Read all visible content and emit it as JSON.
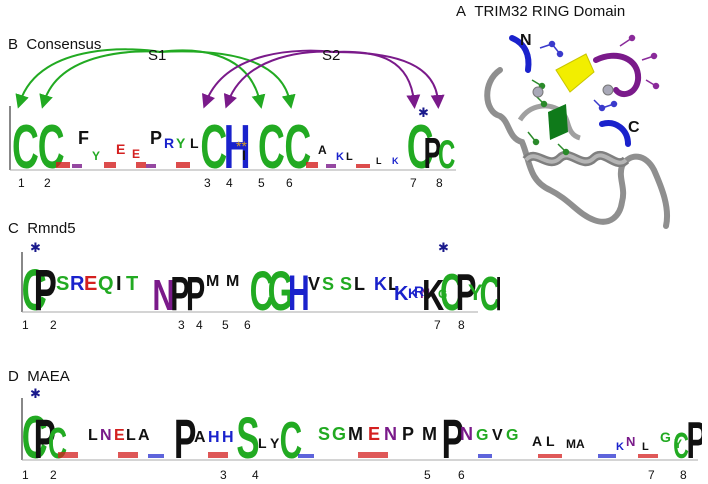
{
  "panelA": {
    "letter": "A",
    "title": "TRIM32 RING Domain",
    "n_label": "N",
    "c_label": "C"
  },
  "panelB": {
    "letter": "B",
    "title": "Consensus",
    "s1": "S1",
    "s2": "S2",
    "stars": "**"
  },
  "panelC": {
    "letter": "C",
    "title": "Rmnd5"
  },
  "panelD": {
    "letter": "D",
    "title": "MAEA"
  },
  "site_numbers": [
    "1",
    "2",
    "3",
    "4",
    "5",
    "6",
    "7",
    "8"
  ],
  "colors": {
    "green": "#22aa22",
    "blue": "#1a22cc",
    "purple": "#7a1a8a",
    "red": "#d42020",
    "orange": "#d9a020",
    "black": "#111111",
    "yellow": "#f2ee00",
    "gray": "#8f8f8f"
  }
}
